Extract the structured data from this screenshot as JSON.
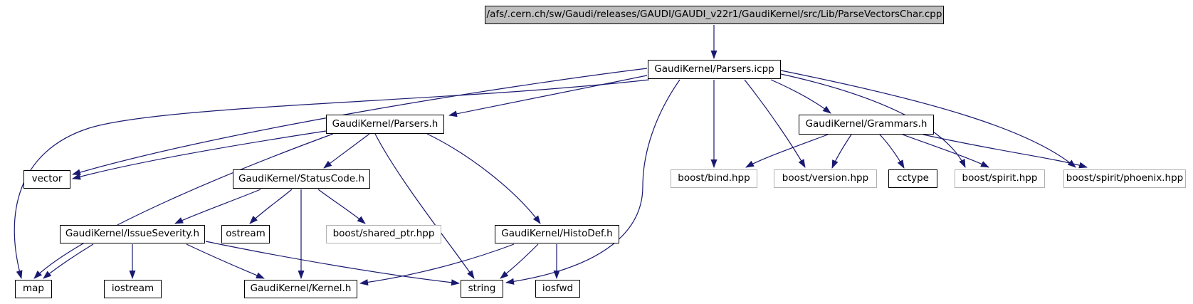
{
  "graph": {
    "title": "include dependency graph",
    "colors": {
      "edge": "#191970",
      "node_fill": "#ffffff",
      "node_border": "#000000",
      "external_node_border": "#b2b2b2",
      "focus_node_fill": "#bfbfbf"
    },
    "nodes": {
      "main_cpp": {
        "label": "/afs/.cern.ch/sw/Gaudi/releases/GAUDI/GAUDI_v22r1/GaudiKernel/src/Lib/ParseVectorsChar.cpp"
      },
      "parsers_icpp": {
        "label": "GaudiKernel/Parsers.icpp"
      },
      "parsers_h": {
        "label": "GaudiKernel/Parsers.h"
      },
      "grammars_h": {
        "label": "GaudiKernel/Grammars.h"
      },
      "vector": {
        "label": "vector"
      },
      "statuscode_h": {
        "label": "GaudiKernel/StatusCode.h"
      },
      "boost_bind": {
        "label": "boost/bind.hpp"
      },
      "boost_version": {
        "label": "boost/version.hpp"
      },
      "cctype": {
        "label": "cctype"
      },
      "boost_spirit": {
        "label": "boost/spirit.hpp"
      },
      "boost_phoenix": {
        "label": "boost/spirit/phoenix.hpp"
      },
      "issueseverity_h": {
        "label": "GaudiKernel/IssueSeverity.h"
      },
      "ostream": {
        "label": "ostream"
      },
      "boost_shared_ptr": {
        "label": "boost/shared_ptr.hpp"
      },
      "histodef_h": {
        "label": "GaudiKernel/HistoDef.h"
      },
      "map": {
        "label": "map"
      },
      "iostream": {
        "label": "iostream"
      },
      "kernel_h": {
        "label": "GaudiKernel/Kernel.h"
      },
      "string": {
        "label": "string"
      },
      "iosfwd": {
        "label": "iosfwd"
      }
    },
    "edges": [
      {
        "from": "main_cpp",
        "to": "parsers_icpp"
      },
      {
        "from": "parsers_icpp",
        "to": "parsers_h"
      },
      {
        "from": "parsers_icpp",
        "to": "vector"
      },
      {
        "from": "parsers_icpp",
        "to": "map"
      },
      {
        "from": "parsers_icpp",
        "to": "string"
      },
      {
        "from": "parsers_icpp",
        "to": "grammars_h"
      },
      {
        "from": "parsers_icpp",
        "to": "boost_bind"
      },
      {
        "from": "parsers_icpp",
        "to": "boost_version"
      },
      {
        "from": "parsers_icpp",
        "to": "boost_spirit"
      },
      {
        "from": "parsers_icpp",
        "to": "boost_phoenix"
      },
      {
        "from": "parsers_h",
        "to": "vector"
      },
      {
        "from": "parsers_h",
        "to": "map"
      },
      {
        "from": "parsers_h",
        "to": "string"
      },
      {
        "from": "parsers_h",
        "to": "statuscode_h"
      },
      {
        "from": "parsers_h",
        "to": "histodef_h"
      },
      {
        "from": "grammars_h",
        "to": "boost_bind"
      },
      {
        "from": "grammars_h",
        "to": "boost_version"
      },
      {
        "from": "grammars_h",
        "to": "cctype"
      },
      {
        "from": "grammars_h",
        "to": "boost_spirit"
      },
      {
        "from": "grammars_h",
        "to": "boost_phoenix"
      },
      {
        "from": "statuscode_h",
        "to": "issueseverity_h"
      },
      {
        "from": "statuscode_h",
        "to": "ostream"
      },
      {
        "from": "statuscode_h",
        "to": "boost_shared_ptr"
      },
      {
        "from": "statuscode_h",
        "to": "kernel_h"
      },
      {
        "from": "issueseverity_h",
        "to": "map"
      },
      {
        "from": "issueseverity_h",
        "to": "iostream"
      },
      {
        "from": "issueseverity_h",
        "to": "string"
      },
      {
        "from": "issueseverity_h",
        "to": "kernel_h"
      },
      {
        "from": "histodef_h",
        "to": "string"
      },
      {
        "from": "histodef_h",
        "to": "iosfwd"
      },
      {
        "from": "histodef_h",
        "to": "kernel_h"
      }
    ]
  }
}
